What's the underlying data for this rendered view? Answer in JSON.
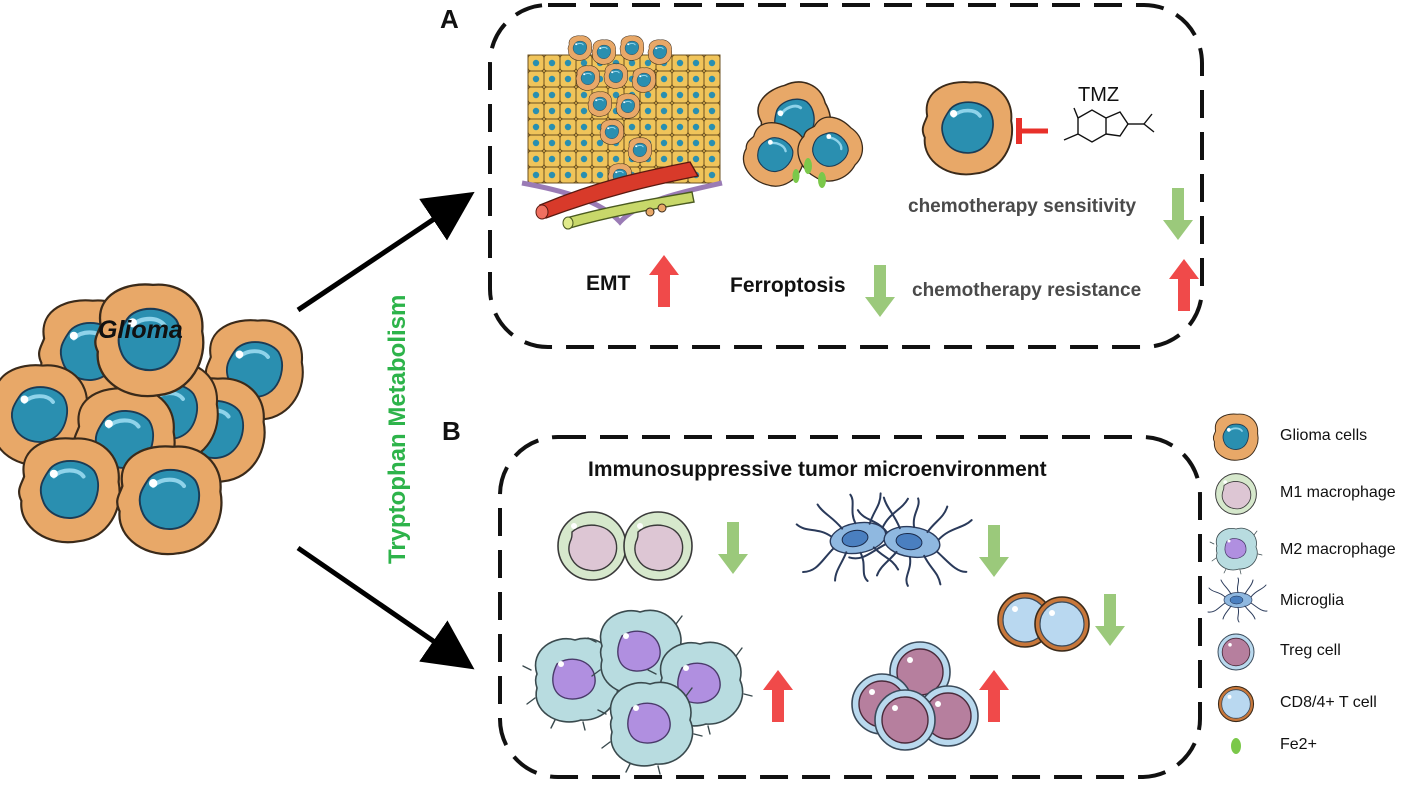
{
  "central": {
    "label": "Glioma"
  },
  "pathway": {
    "label": "Tryptophan Metabolism"
  },
  "panel_a": {
    "letter": "A",
    "emt": "EMT",
    "ferroptosis": "Ferroptosis",
    "drug": "TMZ",
    "sensitivity": "chemotherapy sensitivity",
    "resistance": "chemotherapy resistance"
  },
  "panel_b": {
    "letter": "B",
    "title": "Immunosuppressive tumor microenvironment"
  },
  "legend": {
    "items": [
      {
        "label": "Glioma cells",
        "icon": "glioma-cell-icon"
      },
      {
        "label": "M1 macrophage",
        "icon": "m1-macrophage-icon"
      },
      {
        "label": "M2 macrophage",
        "icon": "m2-macrophage-icon"
      },
      {
        "label": "Microglia",
        "icon": "microglia-icon"
      },
      {
        "label": "Treg cell",
        "icon": "treg-cell-icon"
      },
      {
        "label": "CD8/4+ T cell",
        "icon": "t-cell-icon"
      },
      {
        "label": "Fe2+",
        "icon": "fe2-icon"
      }
    ]
  },
  "colors": {
    "up_arrow": "#f04a4a",
    "down_arrow": "#9bc97b",
    "pathway_text": "#2db34a",
    "glioma_body": "#e8a868",
    "glioma_nucleus": "#2a8fb0",
    "m1_outer": "#d6e8cc",
    "m1_nucleus": "#ddc6d4",
    "m2_body": "#b8dce0",
    "m2_nucleus": "#b08fe0",
    "treg_outer": "#b9d9ee",
    "treg_inner": "#b67f9e",
    "tcell_outer": "#c8773a",
    "tcell_inner": "#b9d8f0",
    "fe2": "#7bc84a"
  }
}
